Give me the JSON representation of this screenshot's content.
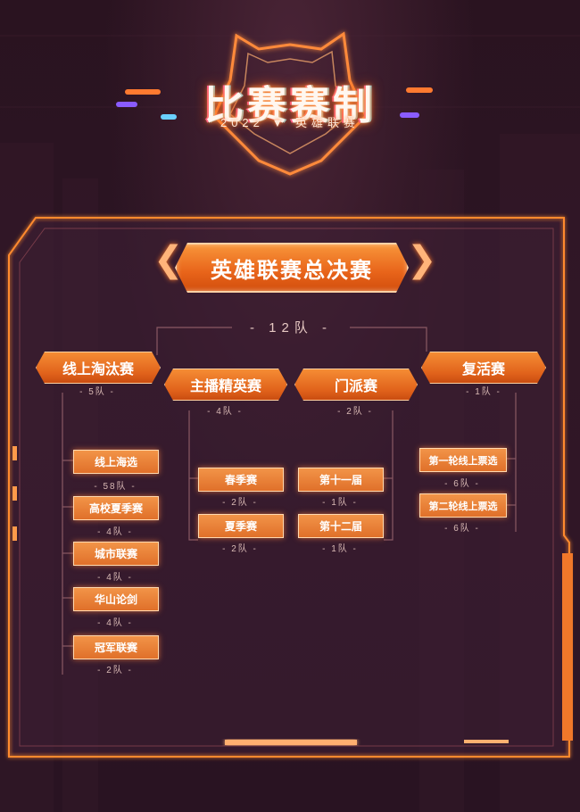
{
  "header": {
    "title": "比赛赛制",
    "subtitle_year": "2022",
    "subtitle_name": "英雄联赛"
  },
  "colors": {
    "accent": "#f0782a",
    "frame": "#ff8a2e",
    "background": "#2a1320"
  },
  "final": {
    "label": "英雄联赛总决赛",
    "count": "12队"
  },
  "branches": [
    {
      "label": "线上淘汰赛",
      "count": "5队"
    },
    {
      "label": "主播精英赛",
      "count": "4队"
    },
    {
      "label": "门派赛",
      "count": "2队"
    },
    {
      "label": "复活赛",
      "count": "1队"
    }
  ],
  "online_elimination": [
    {
      "label": "线上海选",
      "count": "58队"
    },
    {
      "label": "高校夏季赛",
      "count": "4队"
    },
    {
      "label": "城市联赛",
      "count": "4队"
    },
    {
      "label": "华山论剑",
      "count": "4队"
    },
    {
      "label": "冠军联赛",
      "count": "2队"
    }
  ],
  "streamer_elite": [
    {
      "label": "春季赛",
      "count": "2队"
    },
    {
      "label": "夏季赛",
      "count": "2队"
    }
  ],
  "sect": [
    {
      "label": "第十一届",
      "count": "1队"
    },
    {
      "label": "第十二届",
      "count": "1队"
    }
  ],
  "revival": [
    {
      "label": "第一轮线上票选",
      "count": "6队"
    },
    {
      "label": "第二轮线上票选",
      "count": "6队"
    }
  ]
}
